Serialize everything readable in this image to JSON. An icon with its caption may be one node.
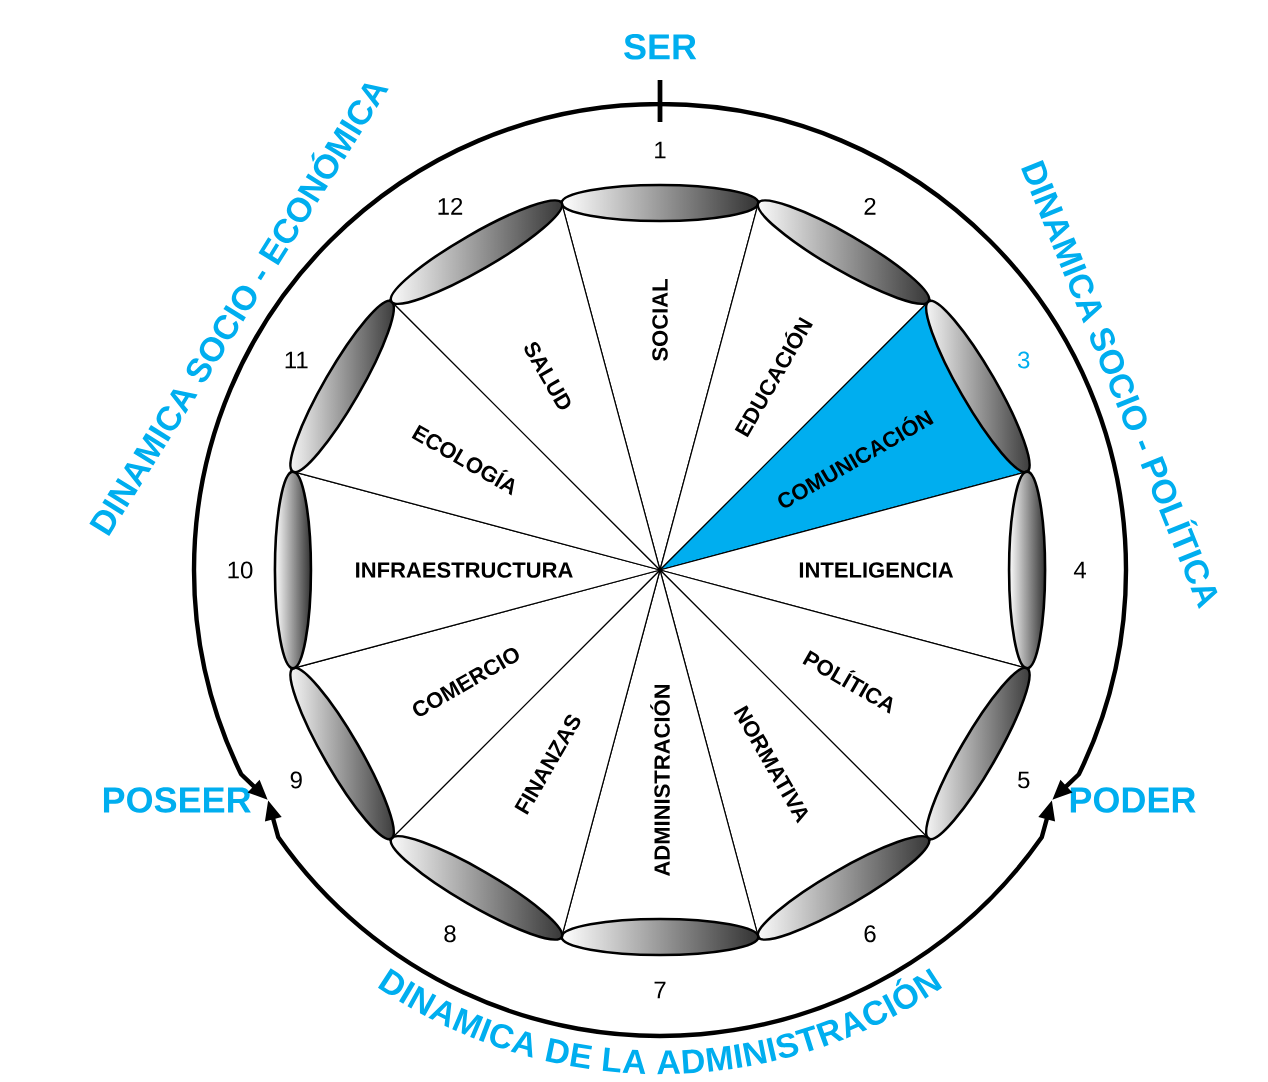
{
  "diagram": {
    "nodes": [
      {
        "text": [
          "SER"
        ]
      },
      {
        "text": [
          "SOCIAL"
        ]
      },
      {
        "text": [
          "EDUCACIÓN"
        ]
      },
      {
        "text": [
          "COMUNICACIÓN"
        ]
      },
      {
        "text": [
          "INTELIGENCIA"
        ]
      },
      {
        "text": [
          "POLÍTICA"
        ]
      },
      {
        "text": [
          "NORMATIVA"
        ]
      },
      {
        "text": [
          "ADMINISTRACIÓN"
        ]
      },
      {
        "text": [
          "FINANZAS"
        ]
      },
      {
        "text": [
          "COMERCIO"
        ]
      },
      {
        "text": [
          "INFRAESTRUCTURA"
        ]
      },
      {
        "text": [
          "ECOLOGÍA"
        ]
      },
      {
        "text": [
          "SALUD"
        ]
      },
      {
        "text": [
          "POSEER"
        ]
      },
      {
        "text": [
          "PODER"
        ]
      }
    ],
    "edges": [
      {
        "from": 0,
        "to": 14,
        "arrow": "to",
        "label": "DINAMICA SOCIO - POLÍTICA"
      },
      {
        "from": 0,
        "to": 13,
        "arrow": "to",
        "label": "DINAMICA SOCIO - ECONÓMICA"
      },
      {
        "from": 13,
        "to": 14,
        "arrow": "both",
        "label": "DINAMICA DE LA ADMINISTRACIÓN"
      }
    ],
    "labels": [
      "1",
      "2",
      "3",
      "4",
      "5",
      "6",
      "7",
      "8",
      "9",
      "10",
      "11",
      "12"
    ]
  }
}
